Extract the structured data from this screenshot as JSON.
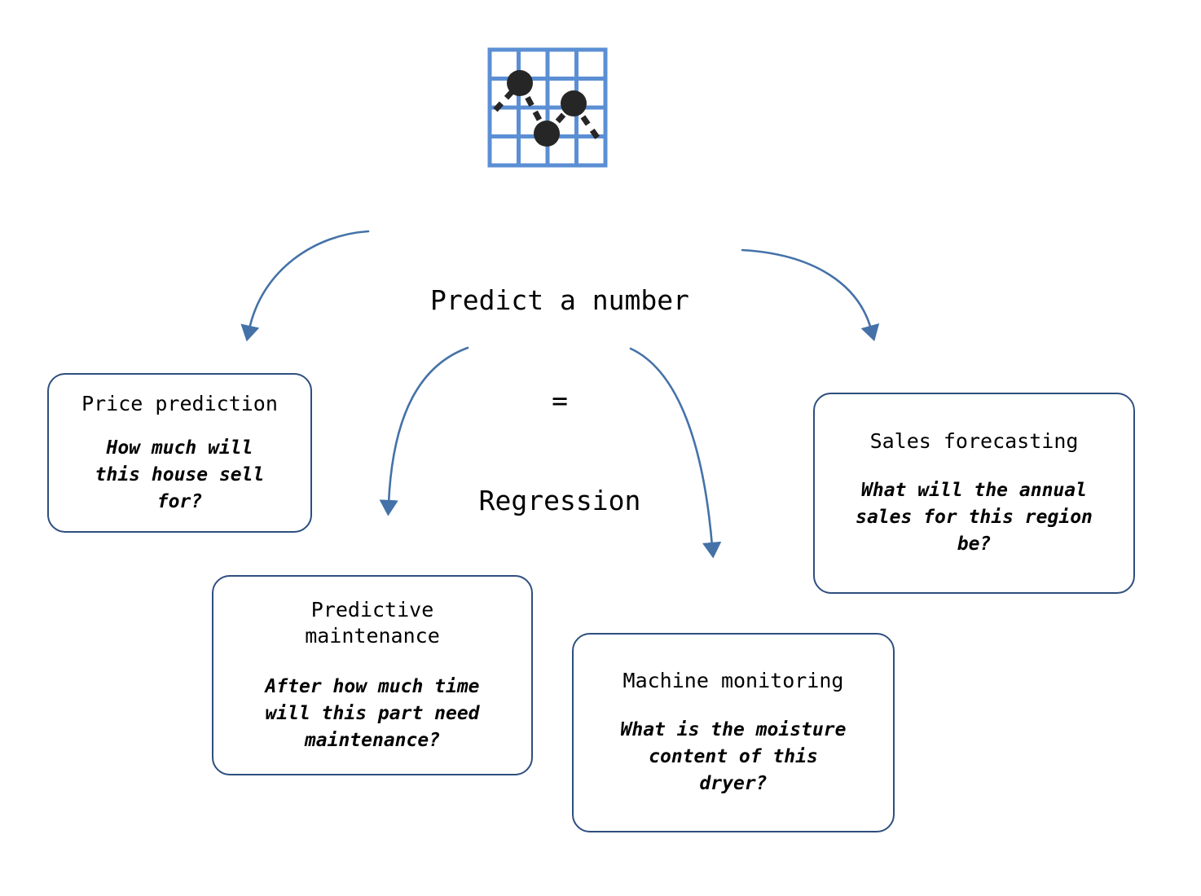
{
  "diagram": {
    "icon": {
      "name": "regression-scatter-grid-icon",
      "grid_color": "#5b8fd4",
      "dot_color": "#262626",
      "rows": 4,
      "cols": 4,
      "points": [
        {
          "x": 0.27,
          "y": 0.3
        },
        {
          "x": 0.72,
          "y": 0.47
        },
        {
          "x": 0.49,
          "y": 0.72
        }
      ]
    },
    "center": {
      "line1": "Predict a number",
      "line2": "=",
      "line3": "Regression"
    },
    "colors": {
      "arrow": "#4472a8",
      "box_border": "#2e4f7e",
      "text": "#000000",
      "background": "#ffffff",
      "icon_grid": "#5b8fd4",
      "icon_dot": "#262626"
    },
    "boxes": [
      {
        "id": "price-prediction",
        "title": "Price prediction",
        "question": "How much will\nthis house sell\nfor?"
      },
      {
        "id": "predictive-maintenance",
        "title": "Predictive\nmaintenance",
        "question": "After how much time\nwill this part need\nmaintenance?"
      },
      {
        "id": "machine-monitoring",
        "title": "Machine monitoring",
        "question": "What is the moisture\ncontent of this\ndryer?"
      },
      {
        "id": "sales-forecasting",
        "title": "Sales forecasting",
        "question": "What will the annual\nsales for this region\nbe?"
      }
    ],
    "arrows": [
      {
        "name": "arrow-to-price-prediction",
        "from": "center",
        "to": "price-prediction"
      },
      {
        "name": "arrow-to-predictive-maintenance",
        "from": "center",
        "to": "predictive-maintenance"
      },
      {
        "name": "arrow-to-machine-monitoring",
        "from": "center",
        "to": "machine-monitoring"
      },
      {
        "name": "arrow-to-sales-forecasting",
        "from": "center",
        "to": "sales-forecasting"
      }
    ]
  }
}
